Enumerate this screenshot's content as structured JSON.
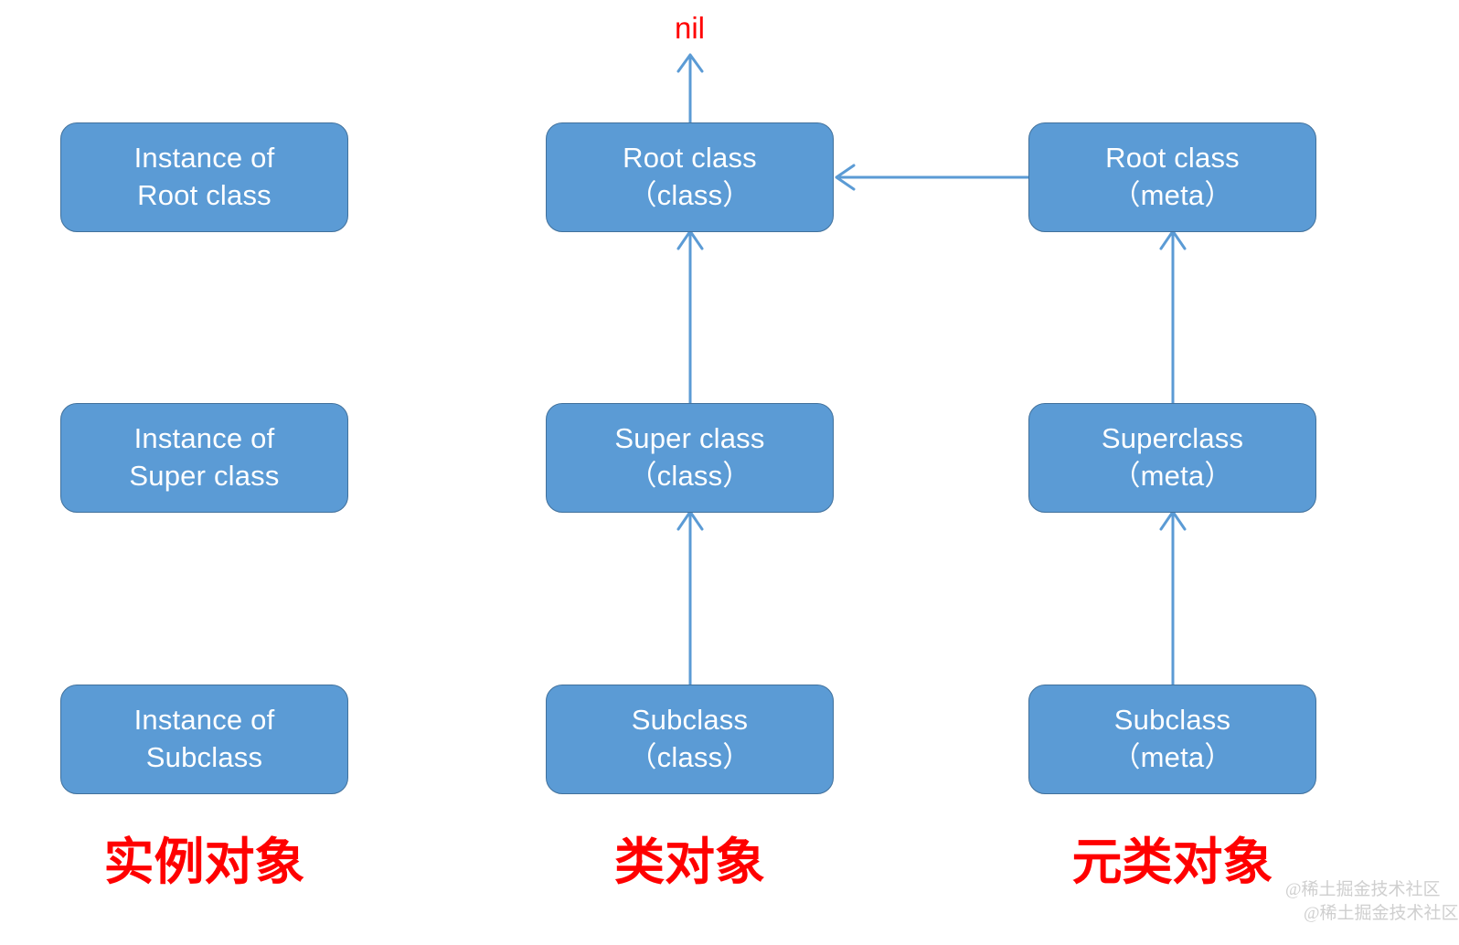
{
  "diagram": {
    "title": "Objective-C class, metaclass and instance relationship diagram",
    "colors": {
      "node_fill": "#5B9BD5",
      "node_border": "#41719C",
      "node_text": "#FFFFFF",
      "arrow": "#5B9BD5",
      "label_red": "#FF0000",
      "watermark": "#CFCFCF",
      "background": "#FFFFFF"
    },
    "nil_label": "nil",
    "columns": [
      {
        "id": "instances",
        "label": "实例对象",
        "nodes": [
          {
            "id": "instance-root",
            "line1": "Instance of",
            "line2": "Root class"
          },
          {
            "id": "instance-super",
            "line1": "Instance of",
            "line2": "Super class"
          },
          {
            "id": "instance-sub",
            "line1": "Instance of",
            "line2": "Subclass"
          }
        ]
      },
      {
        "id": "classes",
        "label": "类对象",
        "nodes": [
          {
            "id": "class-root",
            "line1": "Root class",
            "line2": "（class）"
          },
          {
            "id": "class-super",
            "line1": "Super class",
            "line2": "（class）"
          },
          {
            "id": "class-sub",
            "line1": "Subclass",
            "line2": "（class）"
          }
        ]
      },
      {
        "id": "metaclasses",
        "label": "元类对象",
        "nodes": [
          {
            "id": "meta-root",
            "line1": "Root class",
            "line2": "（meta）"
          },
          {
            "id": "meta-super",
            "line1": "Superclass",
            "line2": "（meta）"
          },
          {
            "id": "meta-sub",
            "line1": "Subclass",
            "line2": "（meta）"
          }
        ]
      }
    ],
    "watermark": {
      "line1": "@稀土掘金技术社区",
      "line2": "@稀土掘金技术社区"
    }
  }
}
